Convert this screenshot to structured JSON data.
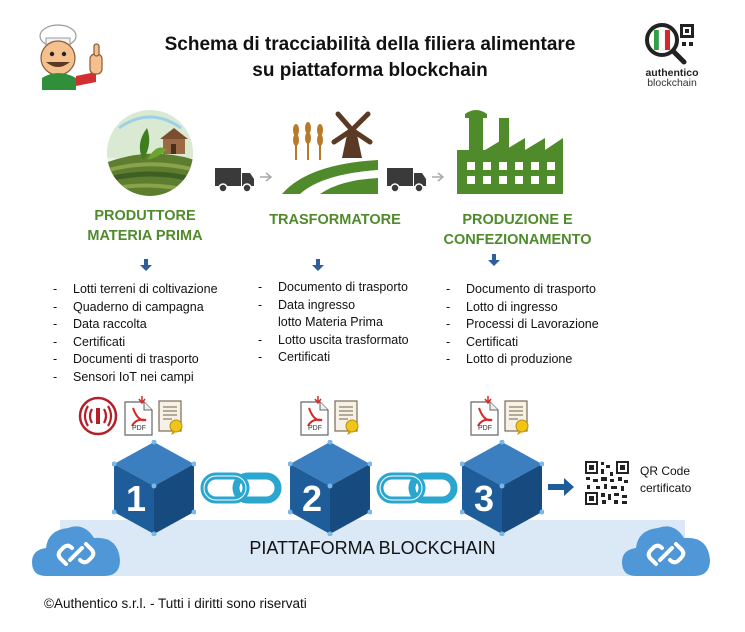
{
  "title": {
    "line1": "Schema di tracciabilità della filiera alimentare",
    "line2": "su piattaforma blockchain"
  },
  "brand": {
    "line1": "authentico",
    "line2": "blockchain"
  },
  "stages": [
    {
      "title_line1": "PRODUTTORE",
      "title_line2": "MATERIA PRIMA",
      "items": [
        "Lotti terreni di coltivazione",
        "Quaderno di campagna",
        "Data raccolta",
        "Certificati",
        "Documenti di trasporto",
        "Sensori IoT nei campi"
      ],
      "block_number": "1"
    },
    {
      "title_line1": "TRASFORMATORE",
      "items": [
        "Documento di trasporto",
        "Data  ingresso",
        "lotto Materia Prima",
        "Lotto uscita trasformato",
        "Certificati"
      ],
      "block_number": "2"
    },
    {
      "title_line1": "PRODUZIONE E",
      "title_line2": "CONFEZIONAMENTO",
      "items": [
        "Documento di trasporto",
        "Lotto di ingresso",
        "Processi di Lavorazione",
        "Certificati",
        "Lotto di produzione"
      ],
      "block_number": "3"
    }
  ],
  "doc_icon_label": "PDF",
  "qr": {
    "line1": "QR Code",
    "line2": "certificato"
  },
  "blockchain_label": "PIATTAFORMA BLOCKCHAIN",
  "copyright": "©Authentico s.r.l. - Tutti i diritti sono riservati",
  "colors": {
    "green": "#4f8a2b",
    "cube": "#1f5d9a",
    "chain": "#2aa6cf",
    "band": "#dbe8f6",
    "cloud": "#4f97d6"
  },
  "icons": [
    "chef-mascot-icon",
    "qr-magnifier-logo-icon",
    "farm-icon",
    "truck-icon",
    "wheat-windmill-icon",
    "factory-icon",
    "iot-sensor-icon",
    "pdf-icon",
    "certificate-icon",
    "chain-link-icon",
    "cloud-link-icon",
    "qr-code-icon"
  ]
}
